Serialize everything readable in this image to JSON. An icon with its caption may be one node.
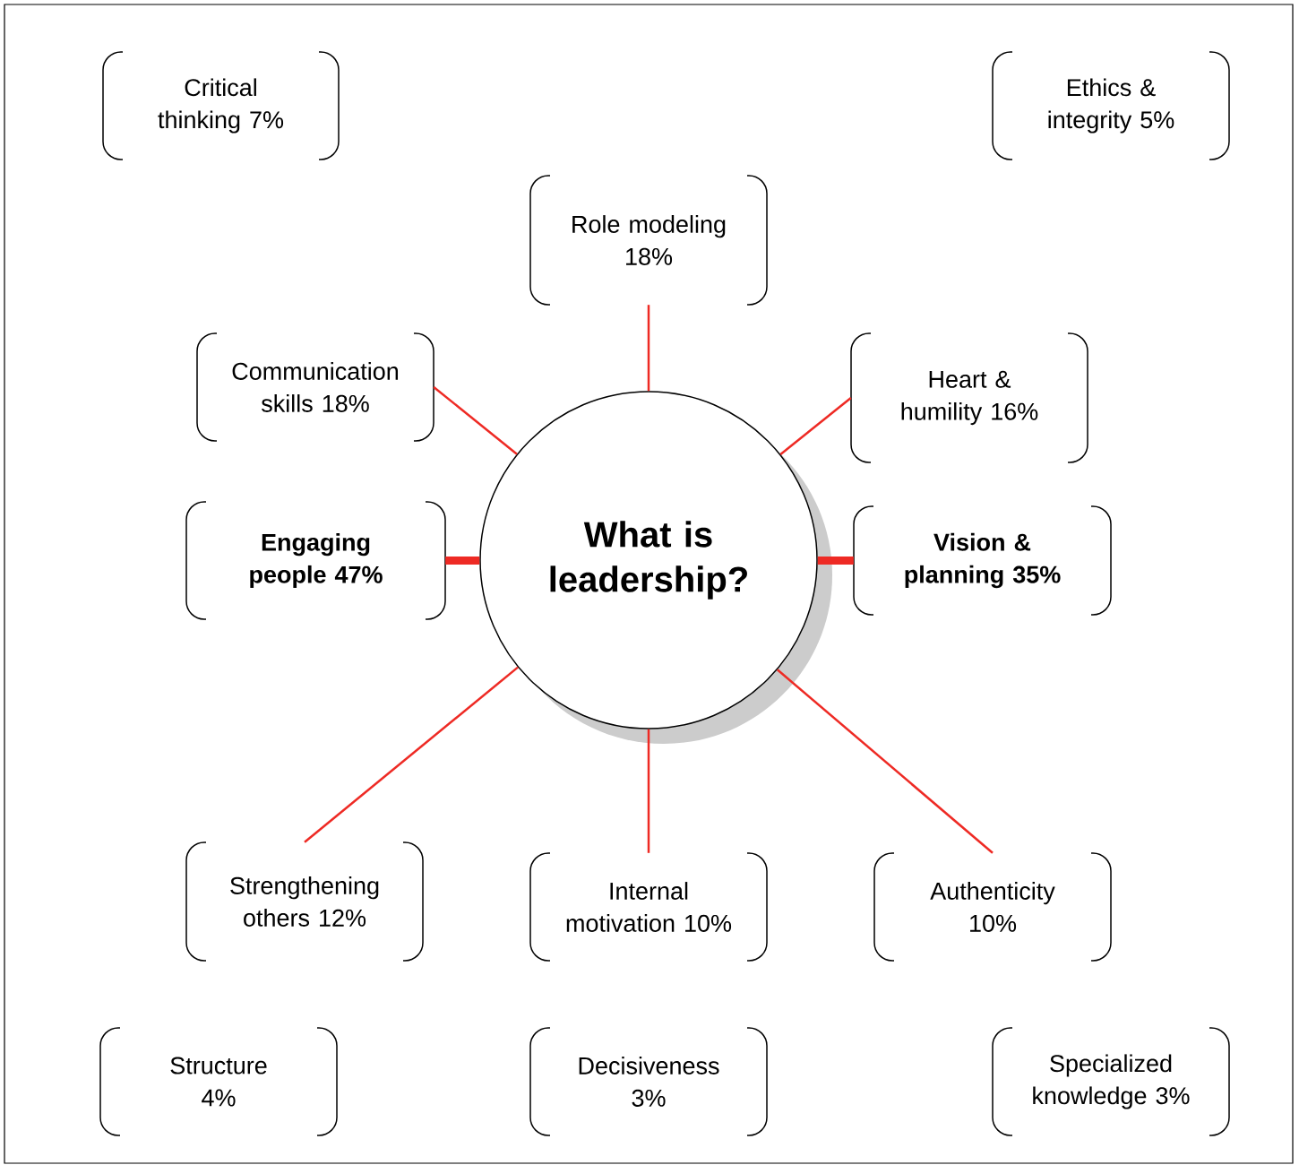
{
  "diagram": {
    "nodes": [
      {
        "text": [
          "What is leadership?"
        ]
      },
      {
        "text": [
          "Critical thinking 7%"
        ]
      },
      {
        "text": [
          "Ethics & integrity 5%"
        ]
      },
      {
        "text": [
          "Role modeling 18%"
        ]
      },
      {
        "text": [
          "Communication skills 18%"
        ]
      },
      {
        "text": [
          "Heart & humility 16%"
        ]
      },
      {
        "text": [
          "Engaging people 47%"
        ]
      },
      {
        "text": [
          "Vision & planning 35%"
        ]
      },
      {
        "text": [
          "Strengthening others 12%"
        ]
      },
      {
        "text": [
          "Internal motivation 10%"
        ]
      },
      {
        "text": [
          "Authenticity 10%"
        ]
      },
      {
        "text": [
          "Structure 4%"
        ]
      },
      {
        "text": [
          "Decisiveness 3%"
        ]
      },
      {
        "text": [
          "Specialized knowledge 3%"
        ]
      }
    ],
    "edges": [
      {
        "from": 0,
        "to": 3,
        "arrow": "none"
      },
      {
        "from": 0,
        "to": 4,
        "arrow": "none"
      },
      {
        "from": 0,
        "to": 5,
        "arrow": "none"
      },
      {
        "from": 0,
        "to": 6,
        "arrow": "none",
        "style": "thick"
      },
      {
        "from": 0,
        "to": 7,
        "arrow": "none",
        "style": "thick"
      },
      {
        "from": 0,
        "to": 8,
        "arrow": "none"
      },
      {
        "from": 0,
        "to": 9,
        "arrow": "none"
      },
      {
        "from": 0,
        "to": 10,
        "arrow": "none"
      }
    ]
  }
}
